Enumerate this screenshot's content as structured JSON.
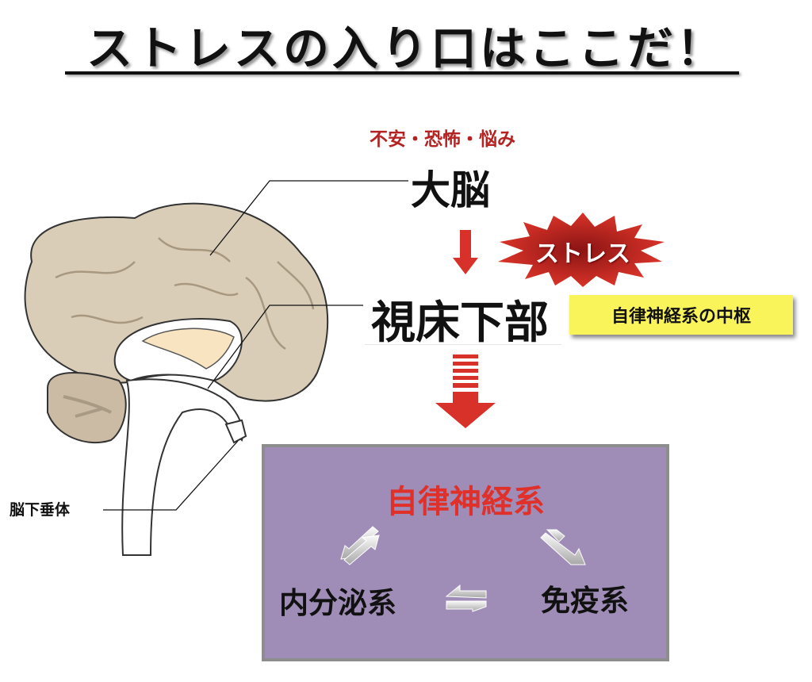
{
  "title": "ストレスの入り口はここだ！",
  "emotions": "不安・恐怖・悩み",
  "cerebrum": "大脳",
  "stress_burst": "ストレス",
  "hypothalamus": "視床下部",
  "autonomic_center": "自律神経系の中枢",
  "pituitary": "脳下垂体",
  "panel": {
    "autonomic": "自律神経系",
    "endocrine": "内分泌系",
    "immune": "免疫系"
  },
  "colors": {
    "red": "#d8312a",
    "panel": "#9f8db8",
    "highlight": "#f9f45a",
    "brain": "#d9cdb8"
  }
}
